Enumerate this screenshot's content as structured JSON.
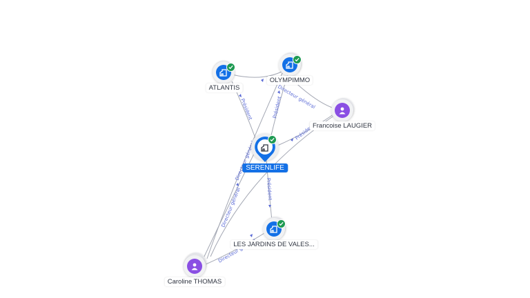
{
  "nodes": {
    "serenlife": {
      "label": "SERENLIFE",
      "icon": "company-icon",
      "verified": true,
      "kind": "company",
      "color": "#1370e6"
    },
    "atlantis": {
      "label": "ATLANTIS",
      "icon": "company-icon",
      "verified": true,
      "kind": "company",
      "color": "#1370e6"
    },
    "olympimmo": {
      "label": "OLYMPIMMO",
      "icon": "company-icon",
      "verified": true,
      "kind": "company",
      "color": "#1370e6"
    },
    "laugier": {
      "label": "Francoise LAUGIER",
      "icon": "person-icon",
      "verified": false,
      "kind": "person",
      "color": "#8a4fe3"
    },
    "jardins": {
      "label": "LES JARDINS DE VALES...",
      "icon": "company-icon",
      "verified": true,
      "kind": "company",
      "color": "#1370e6"
    },
    "thomas": {
      "label": "Caroline THOMAS",
      "icon": "person-icon",
      "verified": false,
      "kind": "person",
      "color": "#8a4fe3"
    }
  },
  "edges": {
    "e1": "Président",
    "e2": "Président",
    "e3": "Président",
    "e4": "Président",
    "e5": "Directeur général",
    "e6": "Directeur général",
    "e7": "Directeur général",
    "e8": "Directeur général"
  },
  "colors": {
    "company": "#1370e6",
    "person": "#8a4fe3",
    "verified": "#1e9a52",
    "edge": "#a3a7b3",
    "edge_label": "#5b6bd6"
  }
}
